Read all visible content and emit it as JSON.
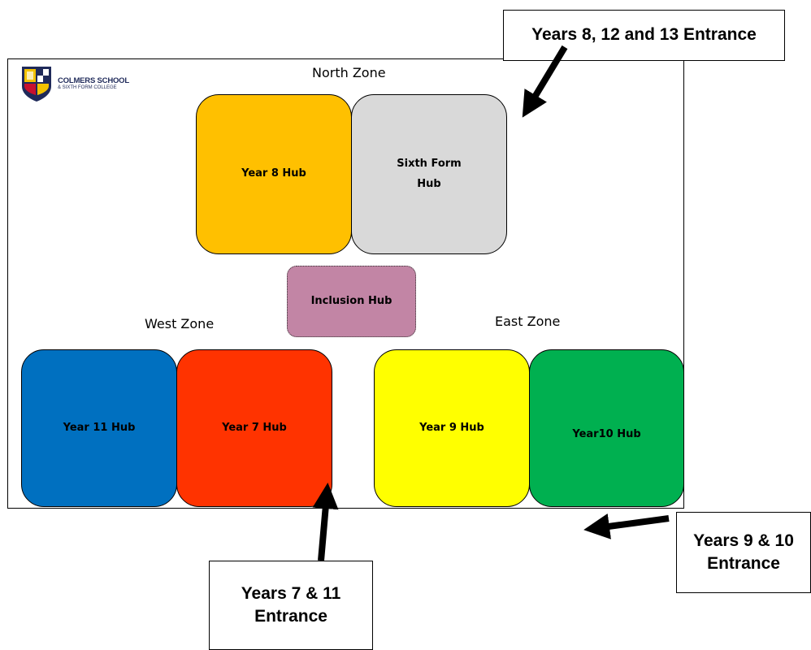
{
  "logo": {
    "name": "COLMERS SCHOOL",
    "subtitle": "& SIXTH FORM COLLEGE"
  },
  "zones": {
    "north": "North  Zone",
    "west": "West Zone",
    "east": "East Zone"
  },
  "hubs": {
    "year8": "Year 8 Hub",
    "sixth_form": "Sixth Form Hub",
    "inclusion": "Inclusion Hub",
    "year11": "Year 11 Hub",
    "year7": "Year 7 Hub",
    "year9": "Year 9 Hub",
    "year10": "Year10 Hub"
  },
  "entrances": {
    "years_8_12_13": "Years 8, 12 and 13 Entrance",
    "years_7_11": "Years 7 & 11 Entrance",
    "years_9_10": "Years 9 & 10 Entrance"
  },
  "colors": {
    "year8": "#FFC000",
    "sixth_form": "#D9D9D9",
    "inclusion": "#C285A5",
    "year11": "#0070C0",
    "year7": "#FF3300",
    "year9": "#FFFF00",
    "year10": "#00B050",
    "arrow": "#000000"
  }
}
